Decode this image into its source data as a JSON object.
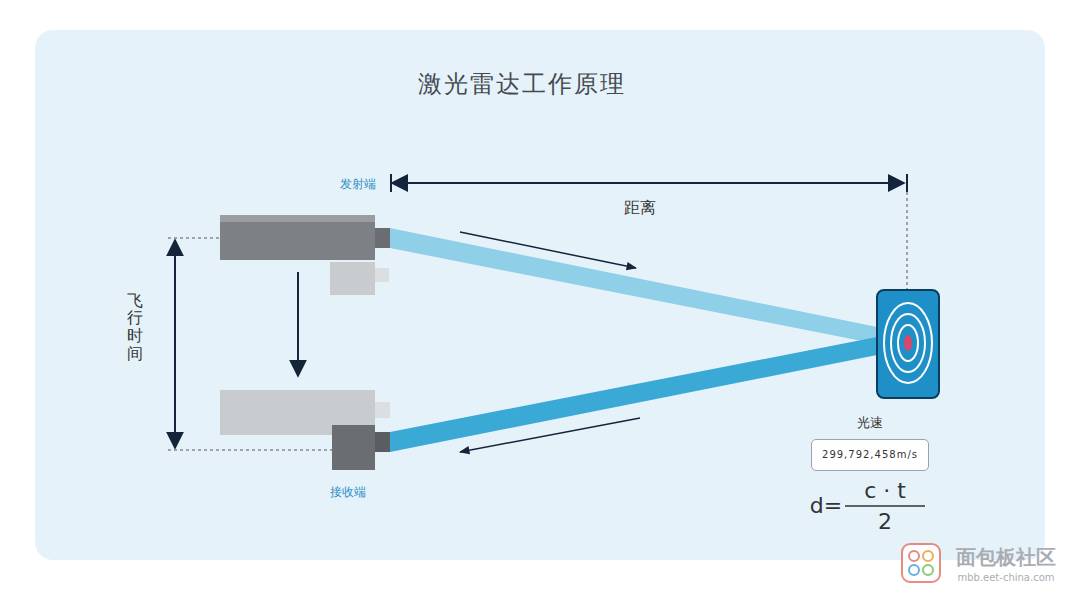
{
  "diagram": {
    "title": "激光雷达工作原理",
    "nodes": [
      {
        "text": [
          "光速",
          "299,792,458m/s"
        ]
      }
    ],
    "labels": [
      "发射端",
      "距离",
      "飞行时间",
      "接收端",
      "d=",
      "c · t",
      "2",
      "面包板社区",
      "mbb.eet-china.com"
    ]
  }
}
